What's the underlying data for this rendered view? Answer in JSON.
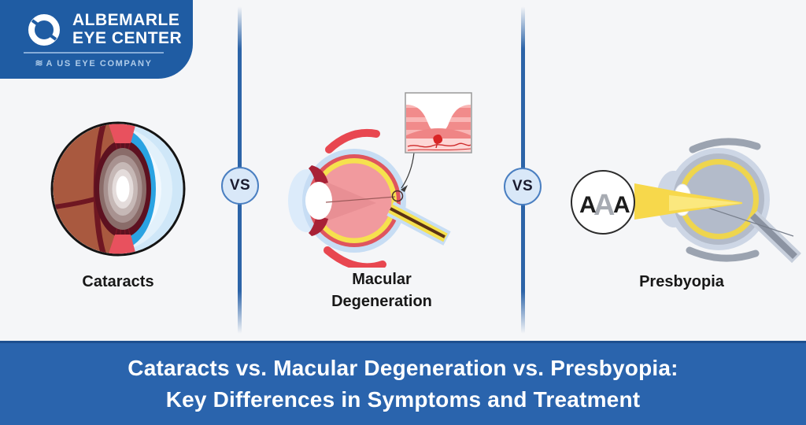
{
  "logo": {
    "name_line1": "ALBEMARLE",
    "name_line2": "EYE CENTER",
    "tagline": "A US EYE COMPANY",
    "bg_color": "#1f5ca3"
  },
  "vs_badges": {
    "first": "VS",
    "second": "VS",
    "fill_color": "#d9e8f8",
    "border_color": "#4a7fc1"
  },
  "panels": {
    "cataracts": {
      "label": "Cataracts"
    },
    "macular": {
      "label": "Macular Degeneration"
    },
    "presbyopia": {
      "label": "Presbyopia",
      "eye_chart_letters": [
        "A",
        "A",
        "A"
      ]
    }
  },
  "banner": {
    "line1": "Cataracts vs. Macular Degeneration vs. Presbyopia:",
    "line2": "Key Differences in Symptoms and Treatment",
    "bg_color": "#2a64ad",
    "text_color": "#ffffff"
  },
  "colors": {
    "background": "#f5f6f8",
    "divider_blue": "#2c64a8"
  }
}
